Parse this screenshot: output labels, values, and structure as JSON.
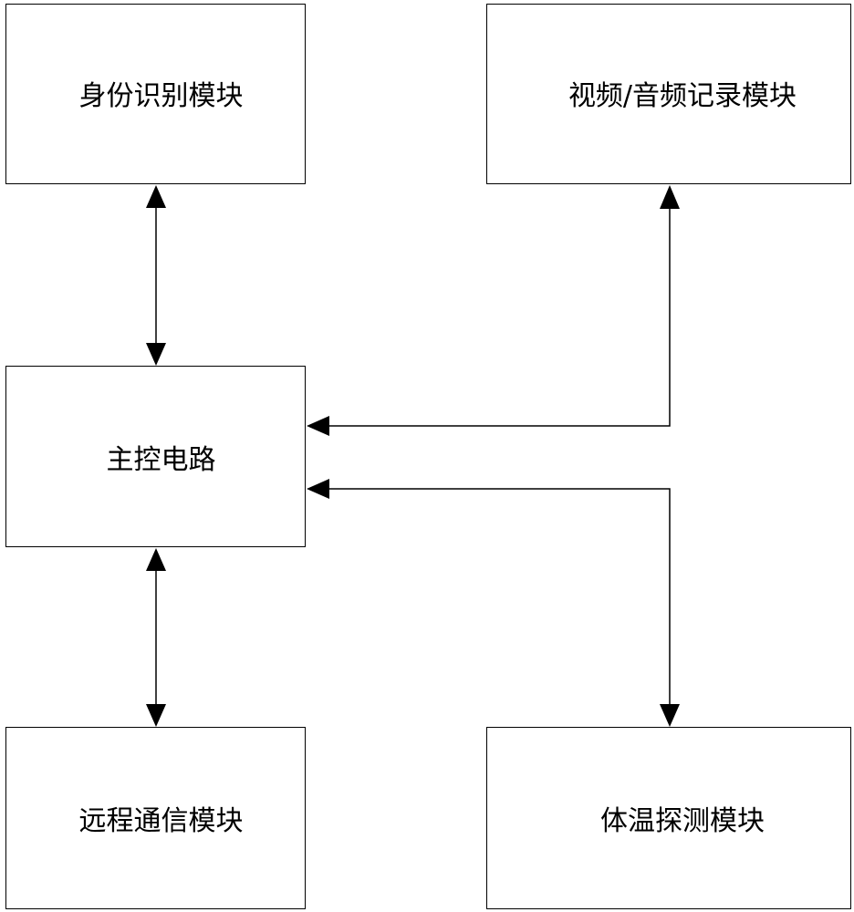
{
  "diagram": {
    "boxes": {
      "identity": {
        "label": "身份识别模块"
      },
      "av_record": {
        "label": "视频/音频记录模块"
      },
      "main_control": {
        "label": "主控电路"
      },
      "remote_comm": {
        "label": "远程通信模块"
      },
      "temperature": {
        "label": "体温探测模块"
      }
    },
    "connections": [
      {
        "from": "identity",
        "to": "main_control",
        "direction": "bidirectional"
      },
      {
        "from": "av_record",
        "to": "main_control",
        "direction": "bidirectional"
      },
      {
        "from": "temperature",
        "to": "main_control",
        "direction": "bidirectional"
      },
      {
        "from": "remote_comm",
        "to": "main_control",
        "direction": "bidirectional"
      }
    ],
    "colors": {
      "stroke": "#000000",
      "background": "#ffffff",
      "text": "#000000"
    }
  }
}
